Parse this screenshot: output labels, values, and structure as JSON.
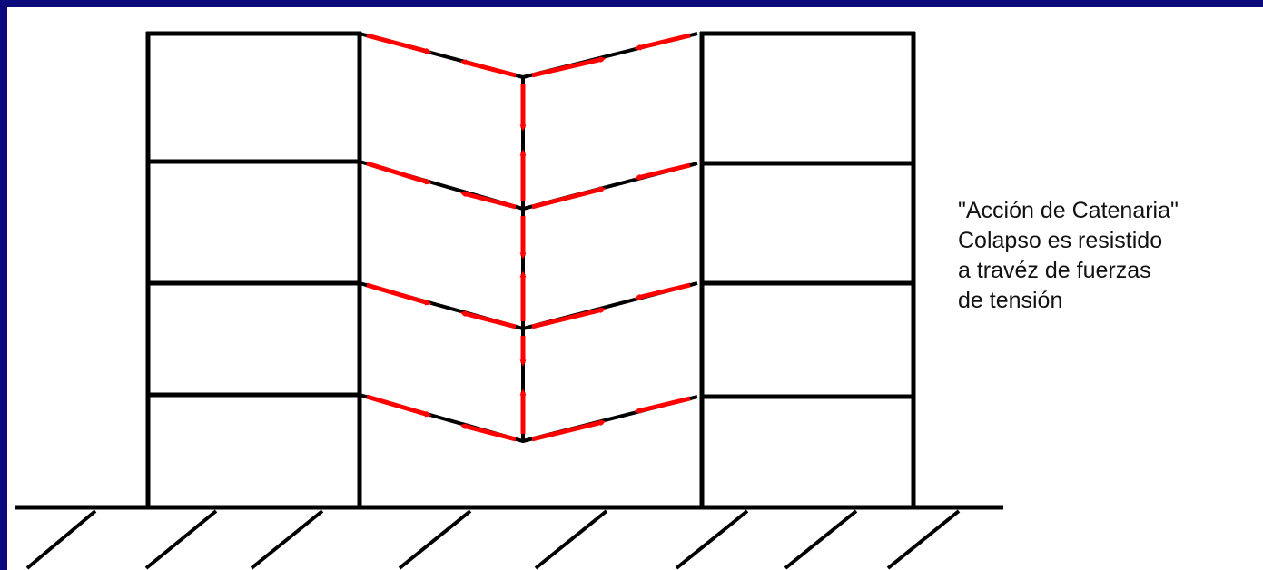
{
  "background_color": "#0a0a7a",
  "structure_color": "#000000",
  "force_color": "#ff0000",
  "caption": {
    "lines": [
      "\"Acción de Catenaria\"",
      "Colapso es resistido",
      "a travéz de fuerzas",
      "de tensión"
    ]
  }
}
